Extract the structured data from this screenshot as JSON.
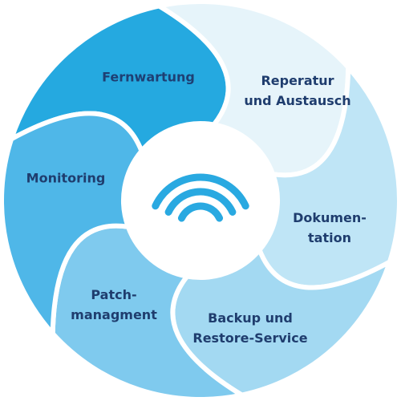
{
  "colors": {
    "segments": [
      "#25a9e0",
      "#e6f4fa",
      "#bfe5f6",
      "#a3d9f2",
      "#7fcaee",
      "#4fb7e8"
    ],
    "label_text": "#1f3d6e",
    "label_on_dark": "#1e3f73",
    "center_fill": "#ffffff",
    "wifi_icon": "#29a9e1",
    "separator": "#ffffff"
  },
  "center_icon": "wifi-icon",
  "segments": [
    {
      "id": "fernwartung",
      "lines": [
        "Fernwartung"
      ]
    },
    {
      "id": "reperatur",
      "lines": [
        "Reperatur",
        "und Austausch"
      ]
    },
    {
      "id": "dokumentation",
      "lines": [
        "Dokumen-",
        "tation"
      ]
    },
    {
      "id": "backup",
      "lines": [
        "Backup und",
        "Restore-Service"
      ]
    },
    {
      "id": "patch",
      "lines": [
        "Patch-",
        "managment"
      ]
    },
    {
      "id": "monitoring",
      "lines": [
        "Monitoring"
      ]
    }
  ]
}
